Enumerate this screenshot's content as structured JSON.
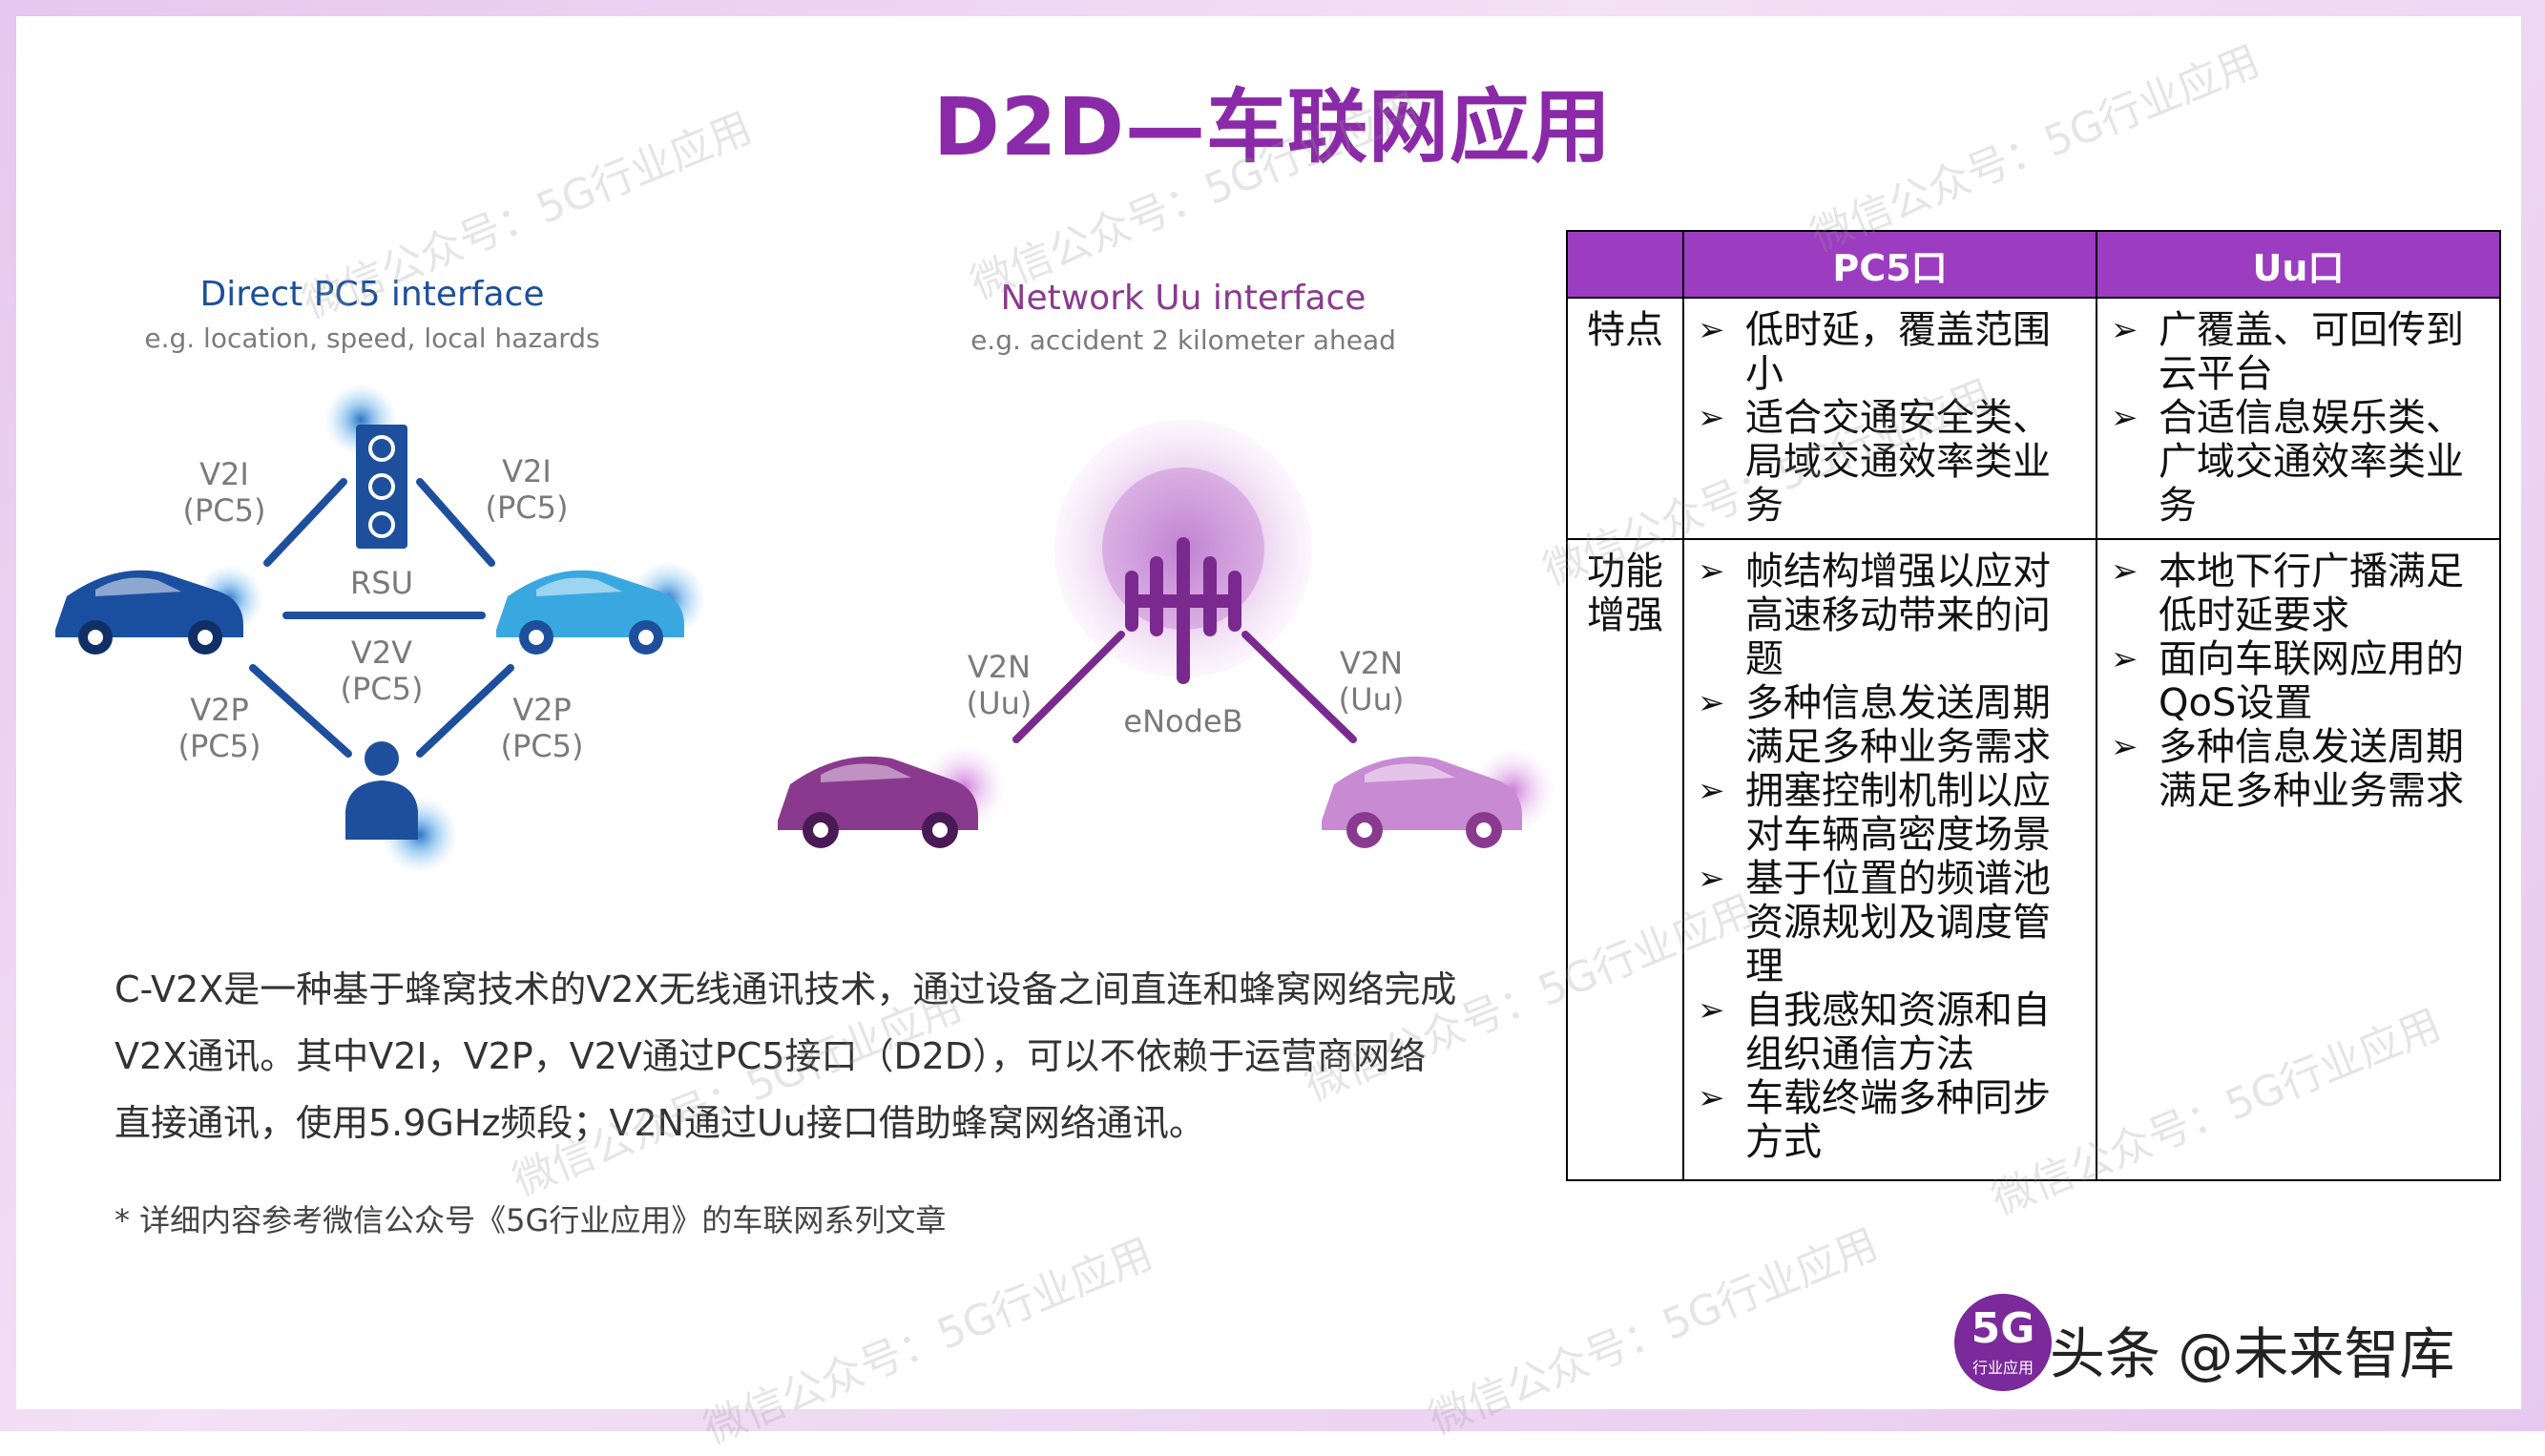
{
  "title": "D2D—车联网应用",
  "left_figure": {
    "title": "Direct PC5 interface",
    "subtitle": "e.g. location, speed, local hazards",
    "v2i_left": [
      "V2I",
      "(PC5)"
    ],
    "v2i_right": [
      "V2I",
      "(PC5)"
    ],
    "rsu": "RSU",
    "v2v": [
      "V2V",
      "(PC5)"
    ],
    "v2p_left": [
      "V2P",
      "(PC5)"
    ],
    "v2p_right": [
      "V2P",
      "(PC5)"
    ]
  },
  "right_figure": {
    "title": "Network Uu interface",
    "subtitle": "e.g. accident 2 kilometer ahead",
    "v2n_left": [
      "V2N",
      "(Uu)"
    ],
    "v2n_right": [
      "V2N",
      "(Uu)"
    ],
    "enodeb": "eNodeB"
  },
  "paragraph": [
    "C-V2X是一种基于蜂窝技术的V2X无线通讯技术，通过设备之间直连和蜂窝网络完成",
    "V2X通讯。其中V2I，V2P，V2V通过PC5接口（D2D），可以不依赖于运营商网络",
    "直接通讯，使用5.9GHz频段；V2N通过Uu接口借助蜂窝网络通讯。"
  ],
  "note": "* 详细内容参考微信公众号《5G行业应用》的车联网系列文章",
  "table": {
    "headers": [
      "",
      "PC5口",
      "Uu口"
    ],
    "rows": [
      {
        "head": [
          "特点"
        ],
        "pc5": [
          [
            "低时延，覆盖范围",
            "小"
          ],
          [
            "适合交通安全类、",
            "局域交通效率类业",
            "务"
          ]
        ],
        "uu": [
          [
            "广覆盖、可回传到",
            "云平台"
          ],
          [
            "合适信息娱乐类、",
            "广域交通效率类业",
            "务"
          ]
        ]
      },
      {
        "head": [
          "功能",
          "增强"
        ],
        "pc5": [
          [
            "帧结构增强以应对",
            "高速移动带来的问",
            "题"
          ],
          [
            "多种信息发送周期",
            "满足多种业务需求"
          ],
          [
            "拥塞控制机制以应",
            "对车辆高密度场景"
          ],
          [
            "基于位置的频谱池",
            "资源规划及调度管",
            "理"
          ],
          [
            "自我感知资源和自",
            "组织通信方法"
          ],
          [
            "车载终端多种同步",
            "方式"
          ]
        ],
        "uu": [
          [
            "本地下行广播满足",
            "低时延要求"
          ],
          [
            "面向车联网应用的",
            "QoS设置"
          ],
          [
            "多种信息发送周期",
            "满足多种业务需求"
          ]
        ]
      }
    ]
  },
  "bullet_glyph": "➢",
  "logo": {
    "big": "5G",
    "small": "行业应用"
  },
  "credit": "头条 @未来智库",
  "watermark": "微信公众号：5G行业应用",
  "colors": {
    "accent": "#8a2aa8",
    "header_bg": "#9c3cc0",
    "car_blue": "#1a4fa0",
    "car_cyan": "#3aa8e0",
    "car_purple": "#8a3a8e"
  }
}
